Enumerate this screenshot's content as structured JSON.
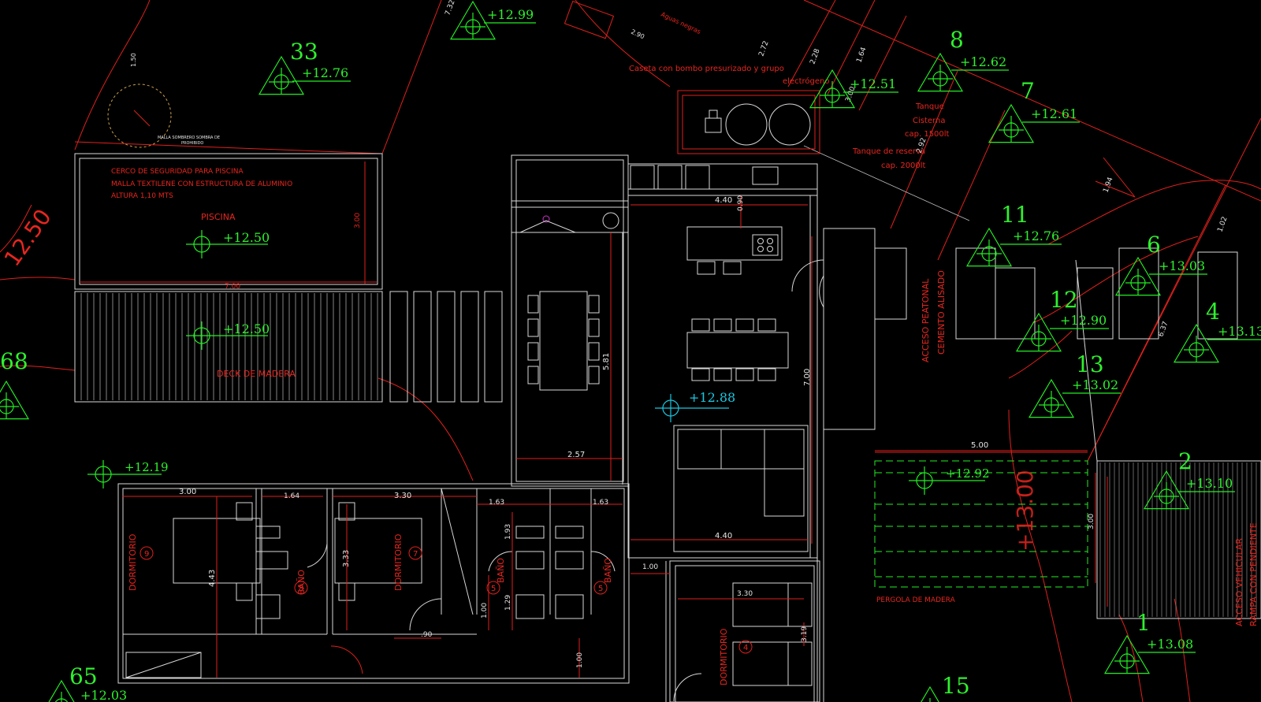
{
  "colors": {
    "background": "#000000",
    "walls": "#d9d9d9",
    "dimensions": "#e0201c",
    "survey": "#22ee22",
    "level": "#19c8e0"
  },
  "survey_points": [
    {
      "id": "33",
      "level": "+12.76"
    },
    {
      "id": "8",
      "level": "+12.62"
    },
    {
      "id": "7",
      "level": "+12.61"
    },
    {
      "id": "11",
      "level": "+12.76"
    },
    {
      "id": "6",
      "level": "+13.03"
    },
    {
      "id": "12",
      "level": "+12.90"
    },
    {
      "id": "4",
      "level": "+13.13"
    },
    {
      "id": "13",
      "level": "+13.02"
    },
    {
      "id": "2",
      "level": "+13.10"
    },
    {
      "id": "1",
      "level": "+13.08"
    },
    {
      "id": "15",
      "level": ""
    },
    {
      "id": "65",
      "level": "+12.03"
    },
    {
      "id": "68",
      "level": ""
    },
    {
      "id": "",
      "level": "+12.99"
    },
    {
      "id": "",
      "level": "+12.51"
    }
  ],
  "level_marks": {
    "pool": "+12.50",
    "deck": "+12.50",
    "living": "+12.88",
    "yard": "+12.19",
    "pergola": "+12.92"
  },
  "labels": {
    "pool_fence_1": "CERCO DE SEGURIDAD PARA PISCINA",
    "pool_fence_2": "MALLA TEXTILENE CON ESTRUCTURA DE ALUMINIO",
    "pool_fence_3": "ALTURA 1,10 MTS",
    "pool": "PISCINA",
    "deck": "DECK DE MADERA",
    "pump": "Caseta con bombo presurizado y grupo",
    "generator": "electrógeno",
    "cistern_1": "Tanque",
    "cistern_2": "Cisterna",
    "cistern_3": "cap. 1500lt",
    "reserve_1": "Tanque de reserva",
    "reserve_2": "cap. 2000lt",
    "waters": "Aguas negras",
    "pedestrian_1": "ACCESO PEATONAL",
    "pedestrian_2": "CEMENTO ALISADO",
    "pergola": "PERGOLA DE MADERA",
    "vehicle_1": "ACCESO VEHICULAR",
    "vehicle_2": "RAMPA CON PENDIENTE",
    "tree_note_1": "MALLA SOMBRERO SOMBRA DE",
    "tree_note_2": "PROHIBIDO",
    "dormitorio": "DORMITORIO",
    "bano": "BAÑO",
    "big_level": "+13.00",
    "left_contour": "12.50"
  },
  "dimensions": {
    "pool_width": "7.00",
    "pool_depth": "3.00",
    "tree": "1.50",
    "d_290": "2.90",
    "d_272": "2.72",
    "d_228": "2.28",
    "d_164": "1.64",
    "d_300": "3.00",
    "d_292": "2.92",
    "d_194": "1.94",
    "d_102": "1.02",
    "d_637": "6.37",
    "d_732": "7.32",
    "kitchen_w": "4.40",
    "kitchen_d": "0.90",
    "dining_len": "5.81",
    "dining_w": "2.57",
    "living_h": "7.00",
    "living_w": "4.40",
    "room9_w": "3.00",
    "room9_h": "4.43",
    "bath8_w": "1.64",
    "room7_w": "3.30",
    "room7_h": "3.33",
    "bath_a": "1.63",
    "bath_b": "1.63",
    "bath_h1": "1.93",
    "bath_h2": "1.29",
    "bath_h3": "1.00",
    "door": ".90",
    "corr": "1.00",
    "corr_v": "1.00",
    "room4_w": "3.30",
    "closet": "3.19",
    "pergola_w": "5.00",
    "ramp": "3.00"
  },
  "room_numbers": {
    "r9": "9",
    "r8": "8",
    "r7": "7",
    "r5a": "5",
    "r5b": "5",
    "r4": "4"
  }
}
